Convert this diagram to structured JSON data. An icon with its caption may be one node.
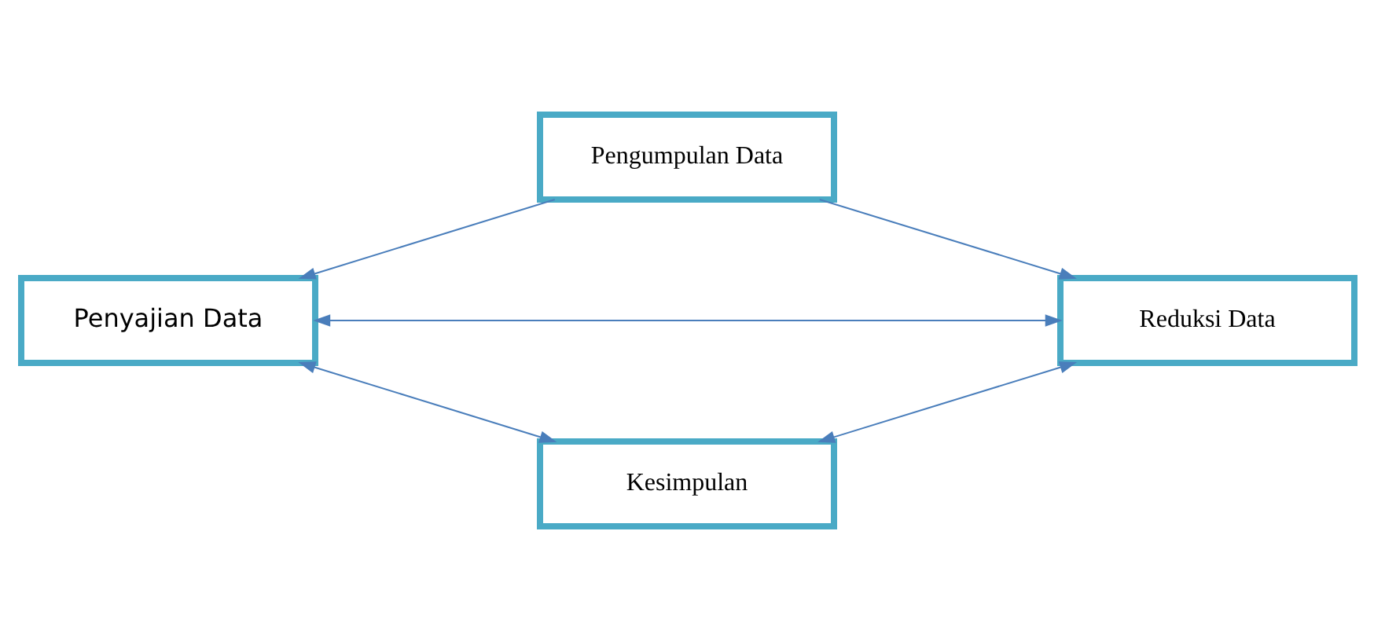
{
  "diagram": {
    "nodes": [
      {
        "text": [
          "Pengumpulan Data"
        ]
      },
      {
        "text": [
          "Penyajian Data"
        ]
      },
      {
        "text": [
          "Reduksi Data"
        ]
      },
      {
        "text": [
          "Kesimpulan"
        ]
      }
    ],
    "edges": [
      {
        "from": 0,
        "to": 1,
        "arrow": "to"
      },
      {
        "from": 0,
        "to": 2,
        "arrow": "to"
      },
      {
        "from": 1,
        "to": 2,
        "arrow": "both"
      },
      {
        "from": 1,
        "to": 3,
        "arrow": "both"
      },
      {
        "from": 2,
        "to": 3,
        "arrow": "both"
      }
    ]
  }
}
